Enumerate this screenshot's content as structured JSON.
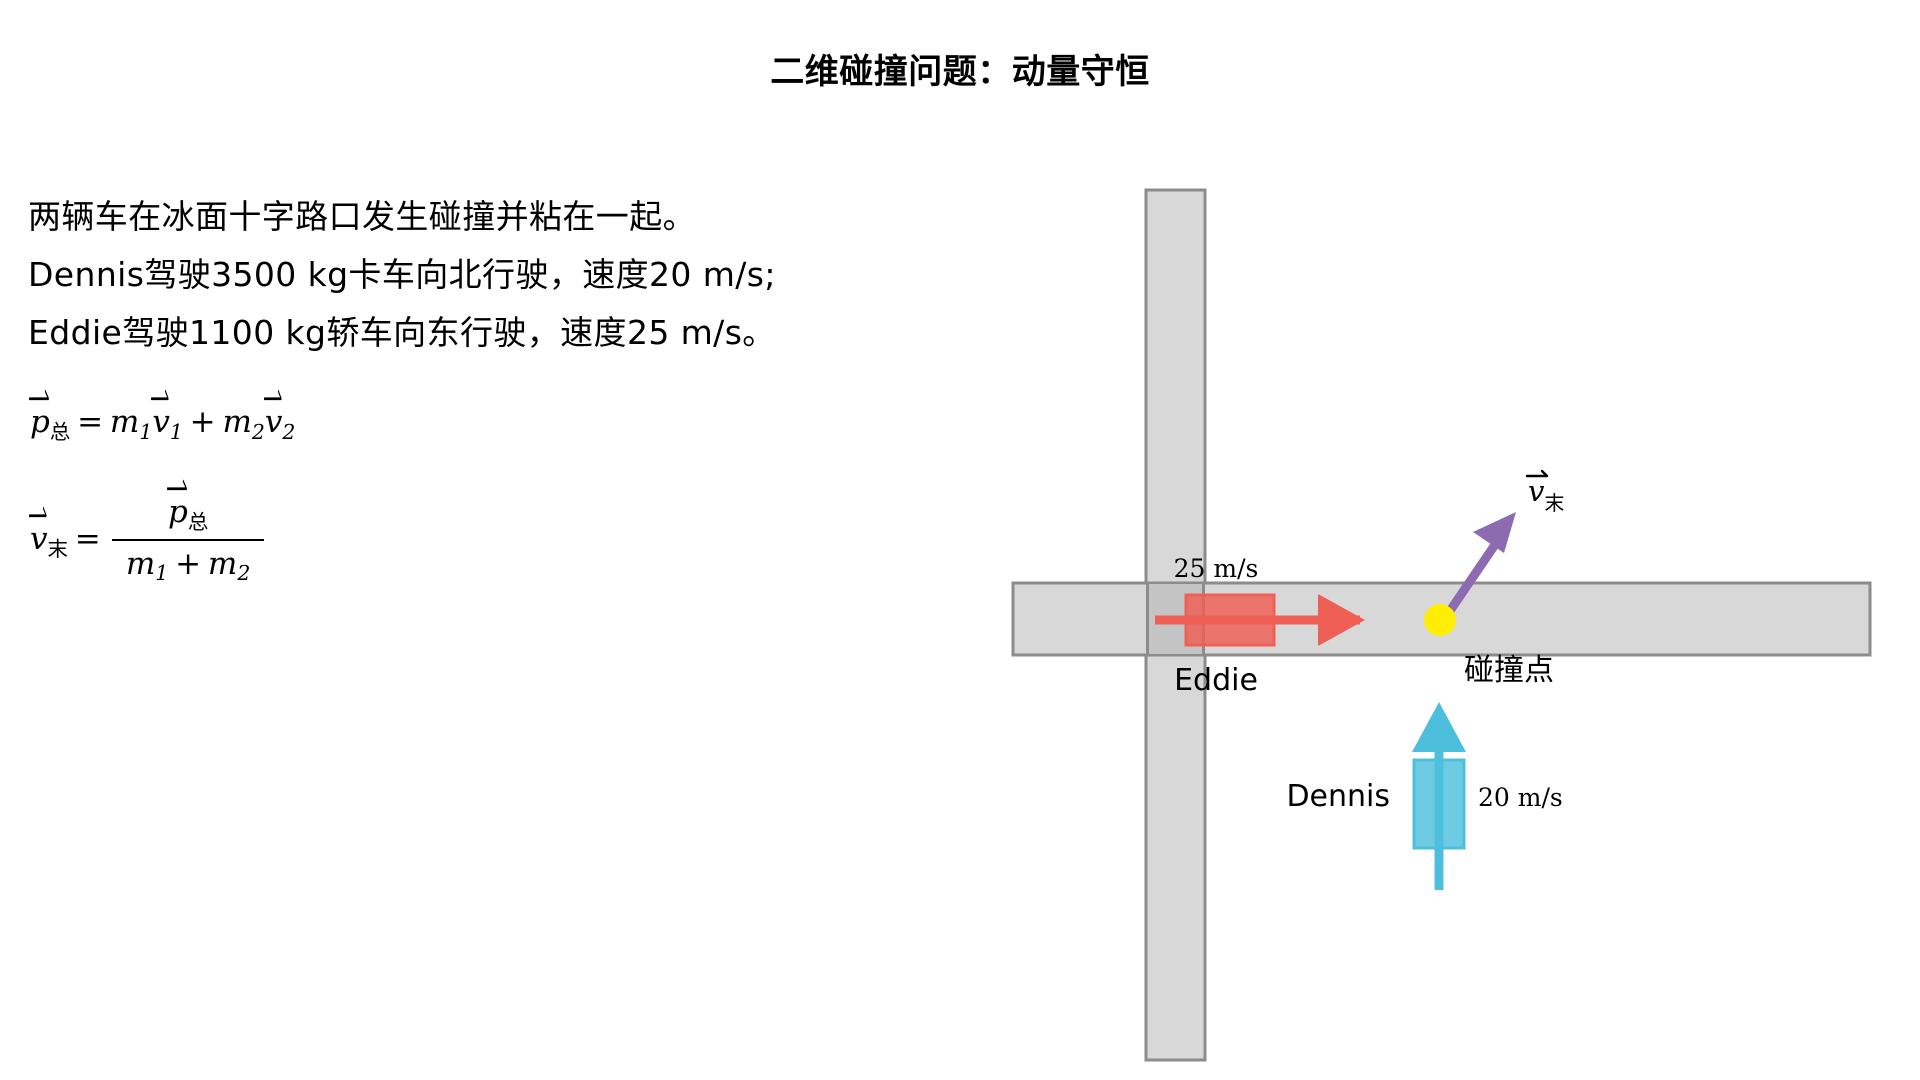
{
  "page": {
    "title": "二维碰撞问题：动量守恒",
    "background_color": "#ffffff"
  },
  "problem": {
    "lines": [
      "两辆车在冰面十字路口发生碰撞并粘在一起。",
      "Dennis驾驶3500 kg卡车向北行驶，速度20 m/s;",
      "Eddie驾驶1100 kg轿车向东行驶，速度25 m/s。"
    ]
  },
  "formulas": {
    "momentum": {
      "lhs_symbol": "p",
      "lhs_sub": "总",
      "equals": "=",
      "term1_mass": "m",
      "term1_mass_sub": "1",
      "term1_vel": "v",
      "term1_vel_sub": "1",
      "plus": "+",
      "term2_mass": "m",
      "term2_mass_sub": "2",
      "term2_vel": "v",
      "term2_vel_sub": "2"
    },
    "final_velocity": {
      "lhs_symbol": "v",
      "lhs_sub": "末",
      "equals": "=",
      "num_symbol": "p",
      "num_sub": "总",
      "den_mass1": "m",
      "den_mass1_sub": "1",
      "den_plus": "+",
      "den_mass2": "m",
      "den_mass2_sub": "2"
    }
  },
  "diagram": {
    "road_fill": "#d8d8d8",
    "road_stroke": "#8c8c8c",
    "intersection_fill": "#c4c4c4",
    "collision_dot_color": "#ffee00",
    "car_eddie": {
      "label": "Eddie",
      "speed_label": "25 m/s",
      "color": "#ef5f56",
      "direction": "east"
    },
    "car_dennis": {
      "label": "Dennis",
      "speed_label": "20 m/s",
      "color": "#4dbfdd",
      "direction": "north"
    },
    "collision_point_label": "碰撞点",
    "result_vector": {
      "label_symbol": "v",
      "label_sub": "末",
      "color": "#8c6bb1"
    }
  }
}
